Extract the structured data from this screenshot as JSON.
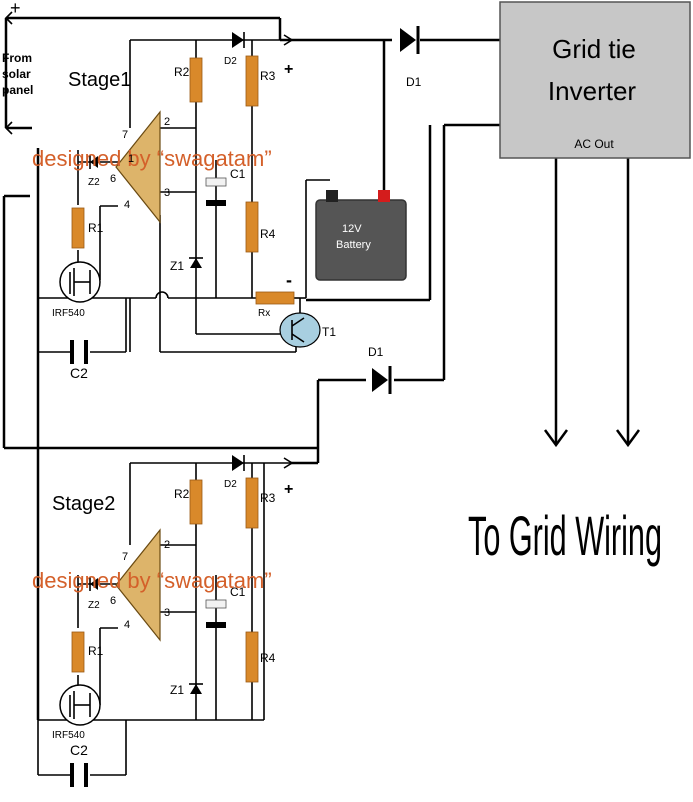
{
  "title": "Grid tie Inverter",
  "labels": {
    "source_plus": "+",
    "source": "From solar panel",
    "stage1": "Stage1",
    "stage2": "Stage2",
    "watermark": "designed by “swagatam”",
    "plus_mark": "+",
    "minus_mark": "-",
    "d1": "D1",
    "d2": "D2",
    "r1": "R1",
    "r2": "R2",
    "r3": "R3",
    "r4": "R4",
    "rx": "Rx",
    "z1": "Z1",
    "z2": "Z2",
    "c1": "C1",
    "c2": "C2",
    "t1": "T1",
    "mosfet": "IRF540",
    "pin7": "7",
    "pin2": "2",
    "pin6": "6",
    "pin3": "3",
    "pin4": "4",
    "pin1": "1",
    "battery_line1": "12V",
    "battery_line2": "Battery",
    "inverter_line1": "Grid tie",
    "inverter_line2": "Inverter",
    "ac_out": "AC Out",
    "grid": "To Grid Wiring"
  },
  "colors": {
    "resistor": "#d9892a",
    "opamp": "#ddb46a",
    "battery": "#555555",
    "battery_plus": "#d41c1c",
    "inverter": "#c7c7c7",
    "transistor": "#a8cfe0",
    "watermark": "#d4602a"
  }
}
